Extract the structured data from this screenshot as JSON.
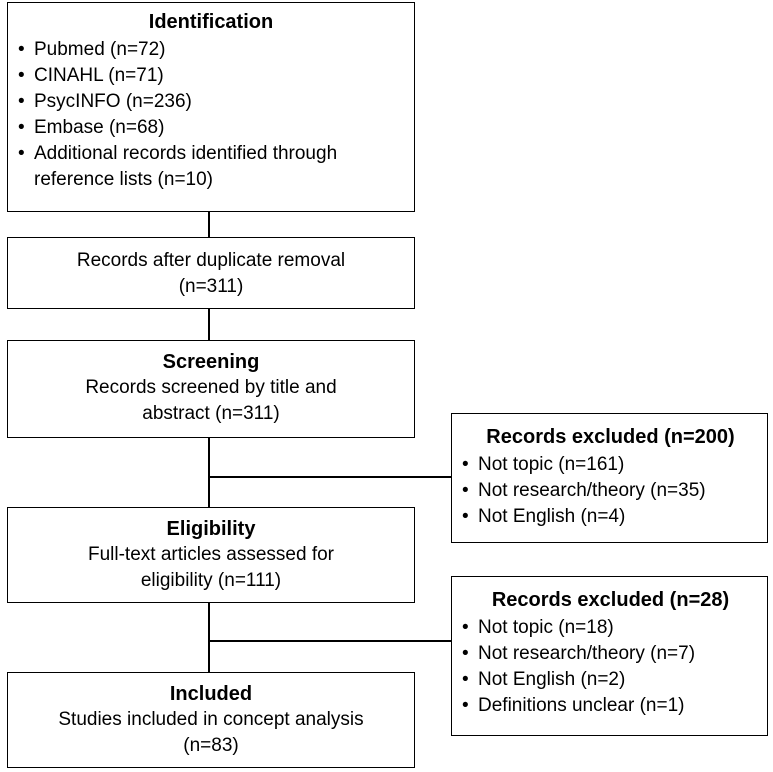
{
  "identification": {
    "title": "Identification",
    "items": [
      "Pubmed (n=72)",
      "CINAHL (n=71)",
      "PsycINFO (n=236)",
      "Embase (n=68)",
      "Additional records identified through reference lists (n=10)"
    ]
  },
  "duplicates": {
    "line1": "Records after duplicate removal",
    "line2": "(n=311)"
  },
  "screening": {
    "title": "Screening",
    "line1": "Records screened by title and",
    "line2": "abstract (n=311)"
  },
  "excluded_screening": {
    "title": "Records excluded (n=200)",
    "items": [
      "Not topic (n=161)",
      "Not research/theory (n=35)",
      "Not English (n=4)"
    ]
  },
  "eligibility": {
    "title": "Eligibility",
    "line1": "Full-text articles assessed for",
    "line2": "eligibility (n=111)"
  },
  "excluded_eligibility": {
    "title": "Records excluded (n=28)",
    "items": [
      "Not topic (n=18)",
      "Not research/theory (n=7)",
      "Not English (n=2)",
      "Definitions unclear (n=1)"
    ]
  },
  "included": {
    "title": "Included",
    "line1": "Studies included in concept analysis",
    "line2": "(n=83)"
  }
}
